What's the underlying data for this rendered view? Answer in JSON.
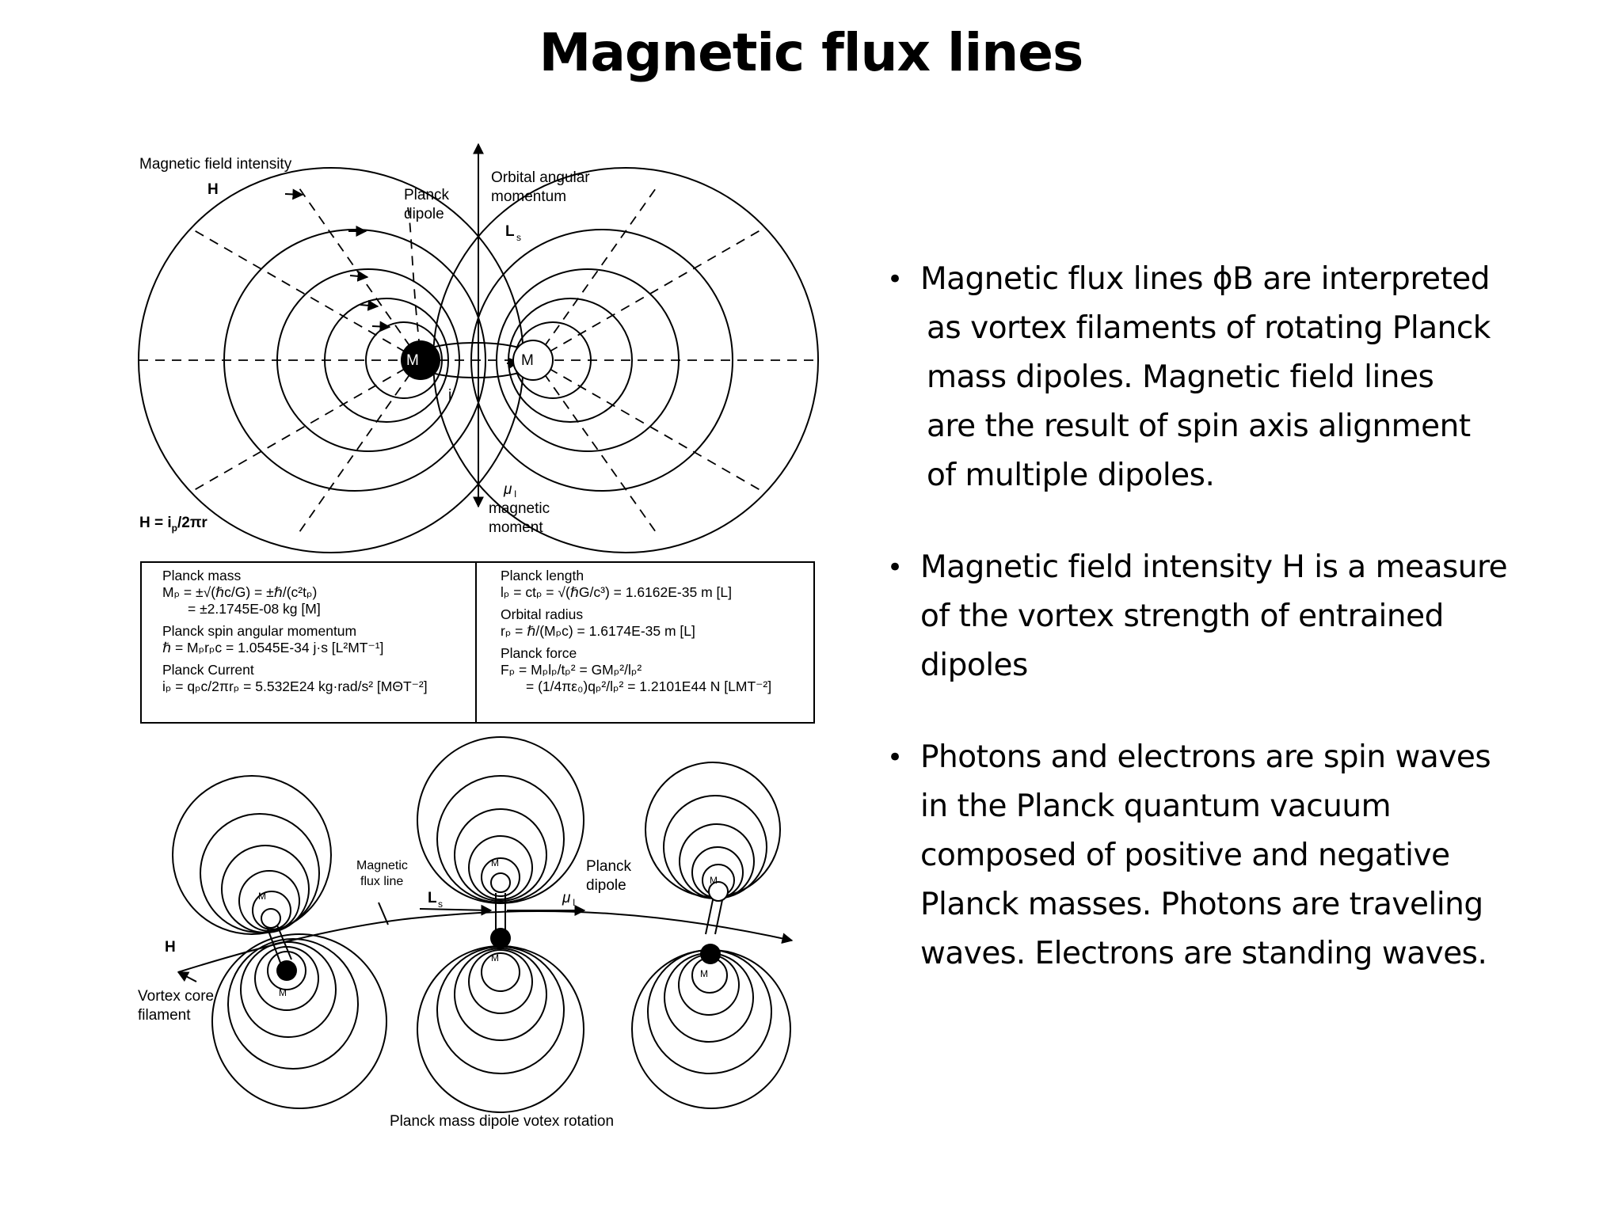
{
  "title": "Magnetic flux lines",
  "top_diagram": {
    "h_label_caption": "Magnetic field intensity",
    "h_symbol": "H",
    "planck_dipole_line1": "Planck",
    "planck_dipole_line2": "dipole",
    "orbital_line1": "Orbital angular",
    "orbital_line2": "momentum",
    "ls_symbol": "L",
    "ls_sub": "s",
    "mp_plus": "M",
    "mp_minus": "M",
    "ip_label": "i",
    "mu_symbol": "μ",
    "mu_sub": "I",
    "magnetic_line1": "magnetic",
    "magnetic_line2": "moment",
    "formula": "H = i",
    "formula_rest": "/2πr"
  },
  "constants": {
    "left": [
      {
        "name": "Planck mass",
        "lines": [
          "Mₚ = ±√(ℏc/G) = ±ℏ/(c²tₚ)",
          "= ±2.1745E-08 kg  [M]"
        ]
      },
      {
        "name": "Planck spin angular momentum",
        "lines": [
          "ℏ = Mₚrₚc  = 1.0545E-34 j·s  [L²MT⁻¹]"
        ]
      },
      {
        "name": "Planck Current",
        "lines": [
          "iₚ = qₚc/2πrₚ = 5.532E24 kg·rad/s² [MΘT⁻²]"
        ]
      }
    ],
    "right": [
      {
        "name": "Planck length",
        "lines": [
          "lₚ = ctₚ = √(ℏG/c³) = 1.6162E-35 m   [L]"
        ]
      },
      {
        "name": "Orbital radius",
        "lines": [
          "rₚ = ℏ/(Mₚc) = 1.6174E-35 m   [L]"
        ]
      },
      {
        "name": "Planck force",
        "lines": [
          "Fₚ = Mₚlₚ/tₚ² = GMₚ²/lₚ²",
          "= (1/4πε₀)qₚ²/lₚ² = 1.2101E44 N   [LMT⁻²]"
        ]
      }
    ]
  },
  "bottom_diagram": {
    "flux_line1": "Magnetic",
    "flux_line2": "flux line",
    "planck_line1": "Planck",
    "planck_line2": "dipole",
    "ls_symbol": "L",
    "ls_sub": "s",
    "mu_symbol": "μ",
    "mu_sub": "I",
    "h_symbol": "H",
    "vortex_line1": "Vortex core",
    "vortex_line2": "filament",
    "caption": "Planck mass dipole votex rotation",
    "mp": "M"
  },
  "bullets": [
    {
      "lines": [
        "Magnetic flux lines ϕB are interpreted",
        "as vortex filaments of rotating Planck",
        "mass dipoles.  Magnetic field lines",
        "are the result of spin axis alignment",
        "of multiple dipoles."
      ]
    },
    {
      "lines": [
        "Magnetic field intensity H is a measure",
        "of the vortex strength of entrained",
        "dipoles"
      ]
    },
    {
      "lines": [
        "Photons and electrons are spin waves",
        "in the Planck quantum vacuum",
        "composed of positive and negative",
        "Planck masses.   Photons are traveling",
        "waves. Electrons are standing waves."
      ]
    }
  ]
}
